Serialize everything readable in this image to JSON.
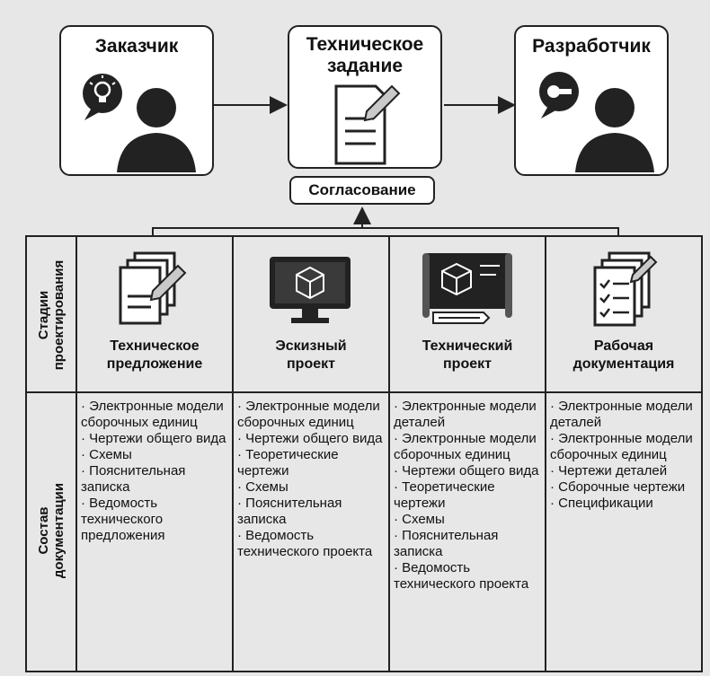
{
  "top": {
    "customer": "Заказчик",
    "spec_line1": "Техническое",
    "spec_line2": "задание",
    "developer": "Разработчик",
    "agreement": "Согласование"
  },
  "rows": {
    "stages_line1": "Стадии",
    "stages_line2": "проектирования",
    "docs_line1": "Состав",
    "docs_line2": "документации"
  },
  "stages": [
    {
      "title1": "Техническое",
      "title2": "предложение",
      "icon": "documents-pencil-icon",
      "items": [
        "· Электронные модели сборочных единиц",
        "· Чертежи общего вида",
        "· Схемы",
        "· Пояснительная записка",
        "· Ведомость технического предложения"
      ]
    },
    {
      "title1": "Эскизный",
      "title2": "проект",
      "icon": "monitor-cad-icon",
      "items": [
        "· Электронные модели сборочных единиц",
        "· Чертежи общего вида",
        "· Теоретические чертежи",
        "· Схемы",
        "· Пояснительная записка",
        "· Ведомость технического проекта"
      ]
    },
    {
      "title1": "Технический",
      "title2": "проект",
      "icon": "blueprint-icon",
      "items": [
        "· Электронные модели деталей",
        "· Электронные модели сборочных единиц",
        "· Чертежи общего вида",
        "· Теоретические чертежи",
        "· Схемы",
        "· Пояснительная записка",
        "· Ведомость технического проекта"
      ]
    },
    {
      "title1": "Рабочая",
      "title2": "документация",
      "icon": "checklist-documents-icon",
      "items": [
        "· Электронные модели деталей",
        "· Электронные модели сборочных единиц",
        "· Чертежи деталей",
        "· Сборочные чертежи",
        "· Спецификации"
      ]
    }
  ]
}
